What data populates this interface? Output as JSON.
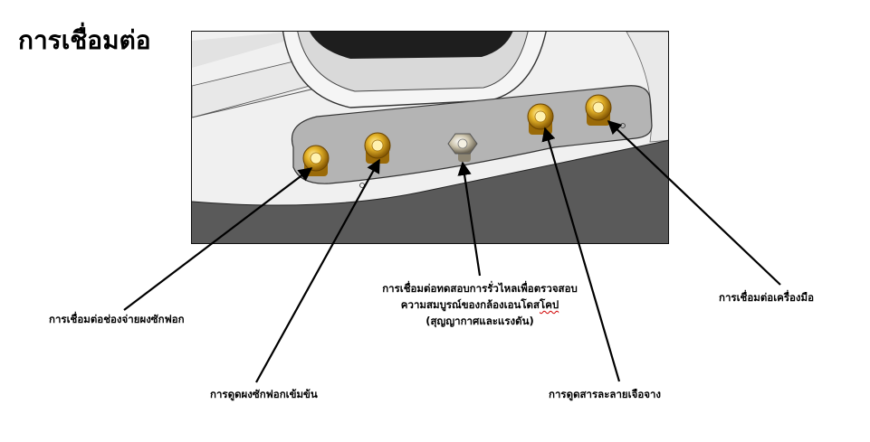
{
  "title": "การเชื่อมต่อ",
  "labels": {
    "detergent_dispenser": "การเชื่อมต่อช่องจ่ายผงซักฟอก",
    "concentrate_suction": "การดูดผงซักฟอกเข้มข้น",
    "leak_test": {
      "line1": "การเชื่อมต่อทดสอบการรั่วไหลเพื่อตรวจสอบ",
      "line2_main": "ความสมบูรณ์ของกล้องเอนโดส",
      "line2_underlined": "โคป",
      "line3": "(สุญญากาศและแรงดัน)"
    },
    "diluent_suction": "การดูดสารละลายเจือจาง",
    "instrument": "การเชื่อมต่อเครื่องมือ"
  },
  "colors": {
    "port_gold": "#d9a21c",
    "panel_gray": "#b4b4b4",
    "dark_gray": "#5a5a5a"
  }
}
